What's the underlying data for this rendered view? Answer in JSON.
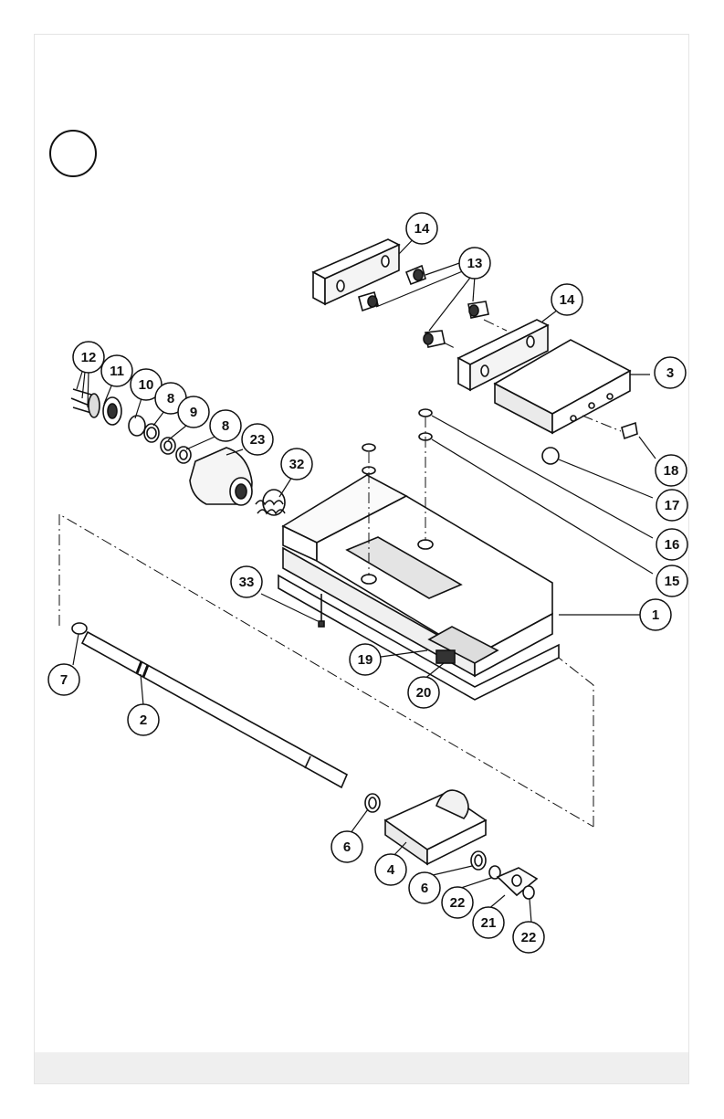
{
  "diagram": {
    "callouts": [
      {
        "id": "c14a",
        "label": "14"
      },
      {
        "id": "c13",
        "label": "13"
      },
      {
        "id": "c14b",
        "label": "14"
      },
      {
        "id": "c3",
        "label": "3"
      },
      {
        "id": "c18",
        "label": "18"
      },
      {
        "id": "c17",
        "label": "17"
      },
      {
        "id": "c16",
        "label": "16"
      },
      {
        "id": "c15",
        "label": "15"
      },
      {
        "id": "c1",
        "label": "1"
      },
      {
        "id": "c12",
        "label": "12"
      },
      {
        "id": "c11",
        "label": "11"
      },
      {
        "id": "c10",
        "label": "10"
      },
      {
        "id": "c8a",
        "label": "8"
      },
      {
        "id": "c9",
        "label": "9"
      },
      {
        "id": "c8b",
        "label": "8"
      },
      {
        "id": "c23",
        "label": "23"
      },
      {
        "id": "c32",
        "label": "32"
      },
      {
        "id": "c33",
        "label": "33"
      },
      {
        "id": "c19",
        "label": "19"
      },
      {
        "id": "c20",
        "label": "20"
      },
      {
        "id": "c7",
        "label": "7"
      },
      {
        "id": "c2",
        "label": "2"
      },
      {
        "id": "c6a",
        "label": "6"
      },
      {
        "id": "c4",
        "label": "4"
      },
      {
        "id": "c6b",
        "label": "6"
      },
      {
        "id": "c22a",
        "label": "22"
      },
      {
        "id": "c21",
        "label": "21"
      },
      {
        "id": "c22b",
        "label": "22"
      }
    ]
  }
}
